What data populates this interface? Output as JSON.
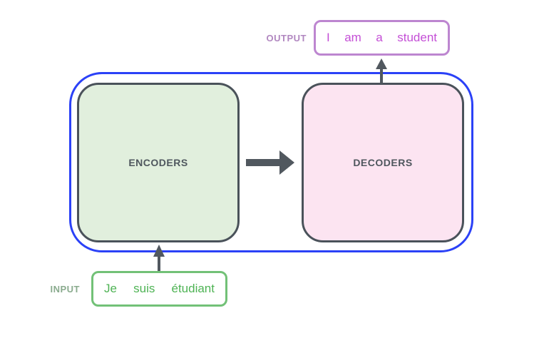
{
  "diagram": {
    "title": "transformer-encoders-decoders",
    "background": "#ffffff"
  },
  "container": {
    "border_color": "#2b41f7"
  },
  "encoder": {
    "label": "ENCODERS",
    "fill": "#e1efdd",
    "border_color": "#4a525a",
    "text_color": "#4f575e"
  },
  "decoder": {
    "label": "DECODERS",
    "fill": "#fce4f1",
    "border_color": "#4a525a",
    "text_color": "#4f575e"
  },
  "output": {
    "label": "OUTPUT",
    "label_color": "#b187c0",
    "tokens": [
      "I",
      "am",
      "a",
      "student"
    ],
    "border_color": "#bd86d0",
    "text_color": "#c44fd6"
  },
  "input": {
    "label": "INPUT",
    "label_color": "#8aab8e",
    "tokens": [
      "Je",
      "suis",
      "étudiant"
    ],
    "border_color": "#72c177",
    "text_color": "#4eb354"
  },
  "arrows": {
    "color": "#51585f"
  }
}
